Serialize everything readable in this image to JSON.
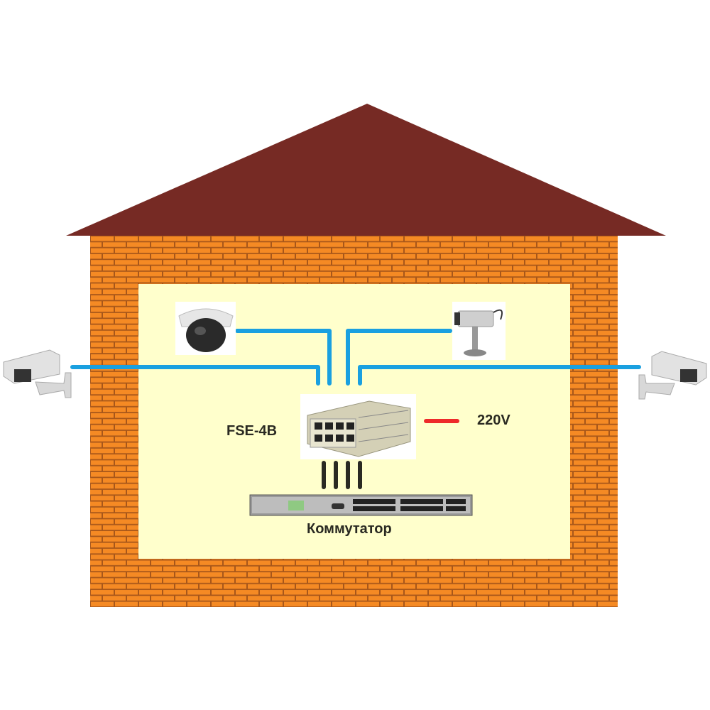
{
  "labels": {
    "poe_device": "FSE-4B",
    "power": "220V",
    "switch": "Коммутатор"
  },
  "colors": {
    "roof": "#762a24",
    "brick": "#f58a24",
    "mortar": "#a8571a",
    "interior": "#ffffcc",
    "ethernet_line": "#1aa0e0",
    "power_line": "#ee2a2a",
    "uplink_line": "#2a2a22"
  },
  "icons": [
    "box-camera-icon",
    "dome-camera-icon",
    "poe-injector-icon",
    "network-switch-icon"
  ]
}
